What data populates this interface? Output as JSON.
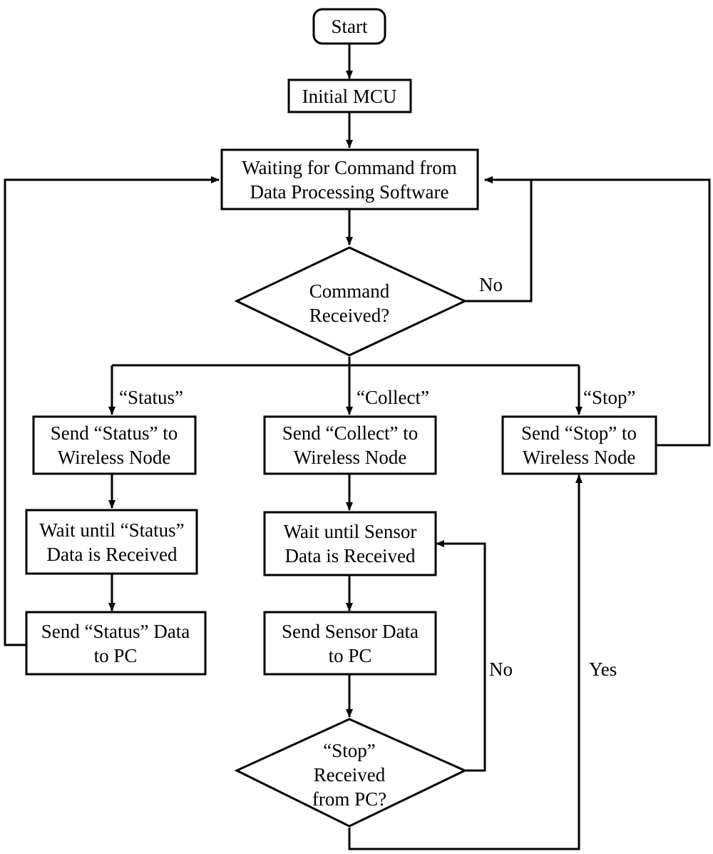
{
  "nodes": {
    "start": [
      "Start"
    ],
    "init": [
      "Initial MCU"
    ],
    "wait": [
      "Waiting for Command from",
      "Data Processing Software"
    ],
    "decision_cmd": [
      "Command",
      "Received?"
    ],
    "send_status": [
      "Send “Status” to",
      "Wireless Node"
    ],
    "send_collect": [
      "Send “Collect” to",
      "Wireless Node"
    ],
    "send_stop": [
      "Send “Stop” to",
      "Wireless Node"
    ],
    "wait_status": [
      "Wait until “Status”",
      "Data is Received"
    ],
    "wait_sensor": [
      "Wait until Sensor",
      "Data is Received"
    ],
    "send_status_pc": [
      "Send “Status” Data",
      "to PC"
    ],
    "send_sensor_pc": [
      "Send Sensor Data",
      "to PC"
    ],
    "decision_stop": [
      "“Stop”",
      "Received",
      "from PC?"
    ]
  },
  "labels": {
    "no_top": "No",
    "status": "“Status”",
    "collect": "“Collect”",
    "stop": "“Stop”",
    "no_bottom": "No",
    "yes": "Yes"
  }
}
